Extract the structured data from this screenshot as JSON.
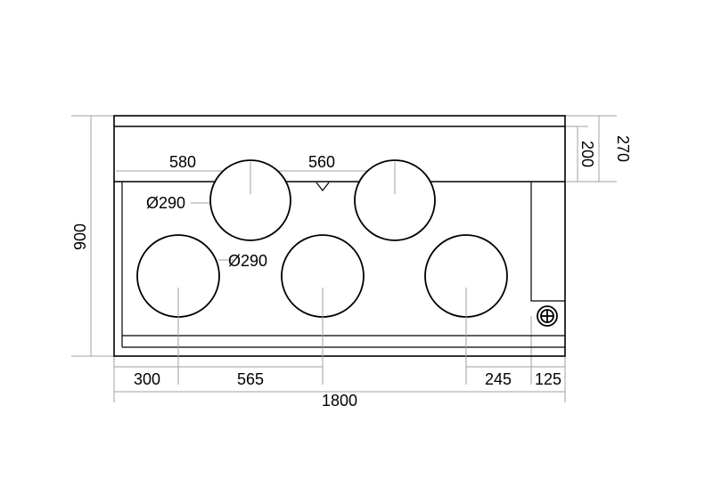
{
  "drawing": {
    "dimensions": {
      "overall_width": "1800",
      "overall_height": "900",
      "right_top": "270",
      "right_inner": "200",
      "top_left": "580",
      "top_mid": "560",
      "bottom_left": "300",
      "bottom_mid": "565",
      "bottom_right": "245",
      "bottom_end": "125",
      "diameter_top": "Ø290",
      "diameter_bottom": "Ø290"
    },
    "colors": {
      "line": "#000000",
      "dimension_line": "#a0a0a0",
      "background": "#ffffff"
    },
    "icons": [
      "crosshair-knob-icon",
      "drain-notch-icon"
    ]
  }
}
